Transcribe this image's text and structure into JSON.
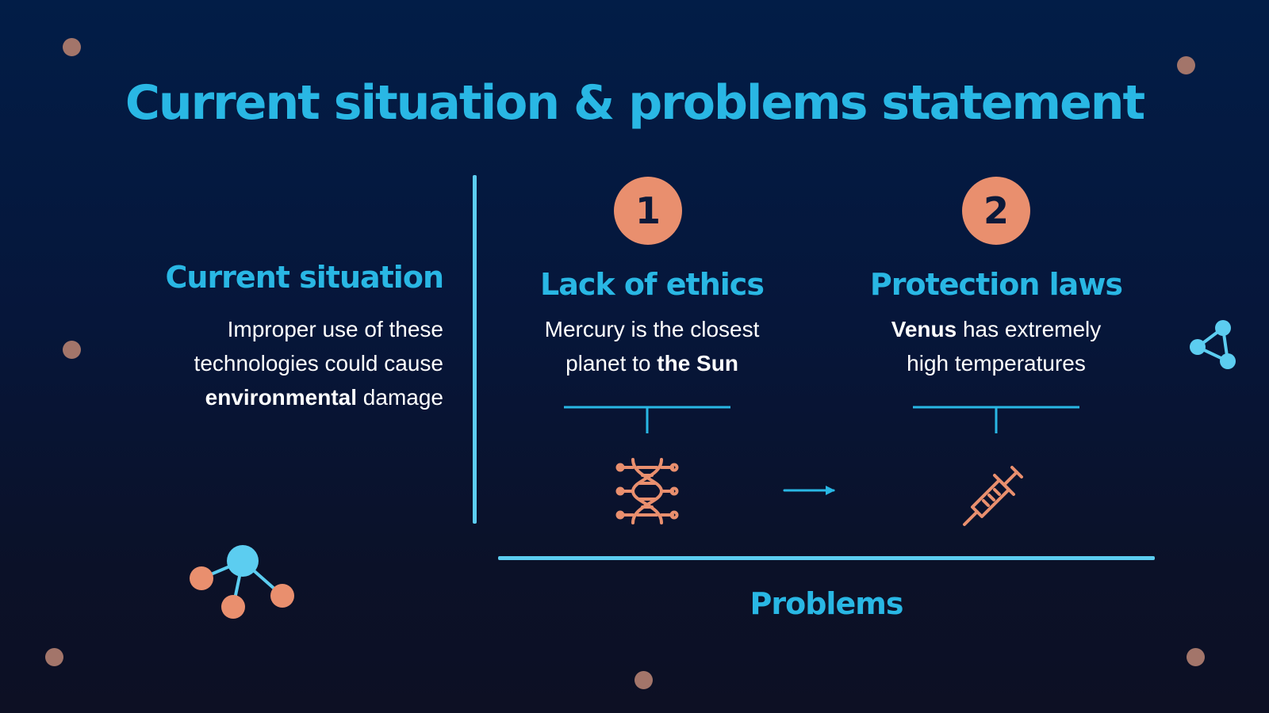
{
  "title": "Current situation & problems statement",
  "current_situation": {
    "heading": "Current situation",
    "text_lines": [
      "Improper use of these",
      "technologies could cause"
    ],
    "text_bold": "environmental",
    "text_end": " damage"
  },
  "problems": {
    "label": "Problems",
    "items": [
      {
        "number": "1",
        "heading": "Lack of ethics",
        "line1": "Mercury is the closest",
        "line2_start": "planet to ",
        "line2_bold": "the Sun",
        "icon": "dna-icon"
      },
      {
        "number": "2",
        "heading": "Protection laws",
        "line1_bold": "Venus",
        "line1_end": " has extremely",
        "line2": "high temperatures",
        "icon": "syringe-icon"
      }
    ]
  },
  "colors": {
    "accent": "#29b7e4",
    "line": "#5ccdf0",
    "orange": "#e98f6e",
    "dot": "#a3756a",
    "background_top": "#021d47",
    "background_bottom": "#0d1024"
  }
}
